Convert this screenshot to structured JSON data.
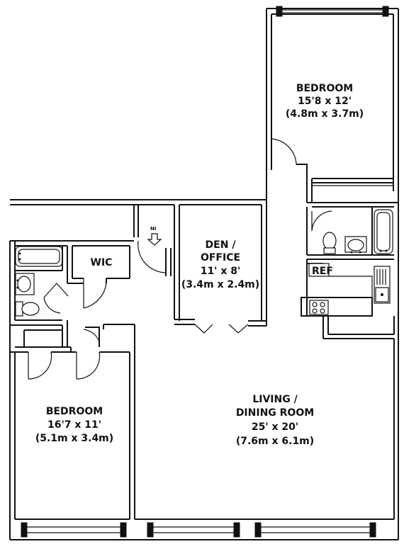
{
  "rooms": {
    "bedroom_top": {
      "name": "BEDROOM",
      "dim_ft": "15'8 x 12'",
      "dim_m": "(4.8m x 3.7m)"
    },
    "den": {
      "name": "DEN /",
      "name2": "OFFICE",
      "dim_ft": "11' x 8'",
      "dim_m": "(3.4m x 2.4m)"
    },
    "wic": {
      "name": "WIC"
    },
    "living": {
      "name": "LIVING  /",
      "name2": "DINING ROOM",
      "dim_ft": "25' x 20'",
      "dim_m": "(7.6m x 6.1m)"
    },
    "bedroom_left": {
      "name": "BEDROOM",
      "dim_ft": "16'7 x 11'",
      "dim_m": "(5.1m x 3.4m)"
    }
  },
  "labels": {
    "ref": "REF",
    "entry": "NI"
  }
}
